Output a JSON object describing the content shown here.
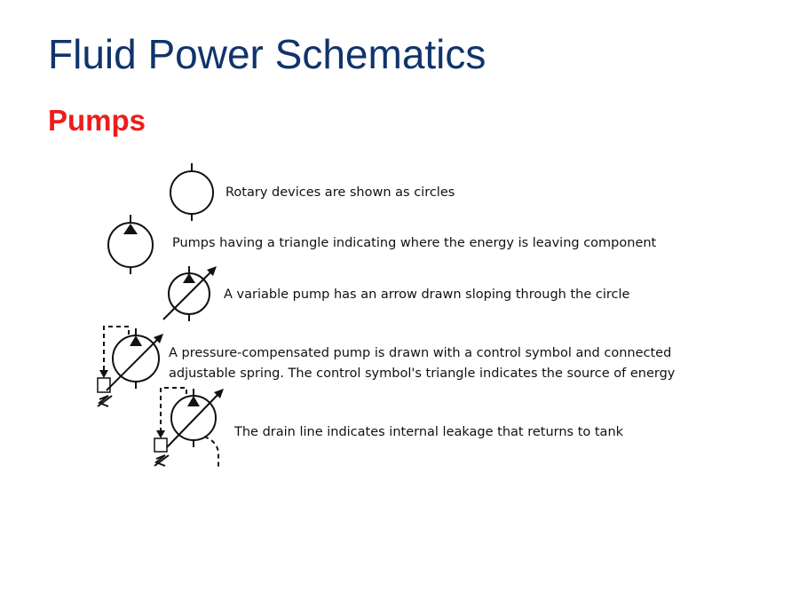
{
  "slide": {
    "title": "Fluid Power Schematics",
    "subtitle": "Pumps"
  },
  "diagram": {
    "captions": [
      "Rotary devices are shown as circles",
      "Pumps having a triangle indicating where the energy is leaving component",
      "A variable pump has an arrow drawn sloping through the circle",
      "A pressure-compensated pump is drawn with a control symbol and connected",
      "adjustable spring. The control symbol's triangle indicates the source of energy",
      "The drain line indicates internal leakage that returns to tank"
    ]
  }
}
